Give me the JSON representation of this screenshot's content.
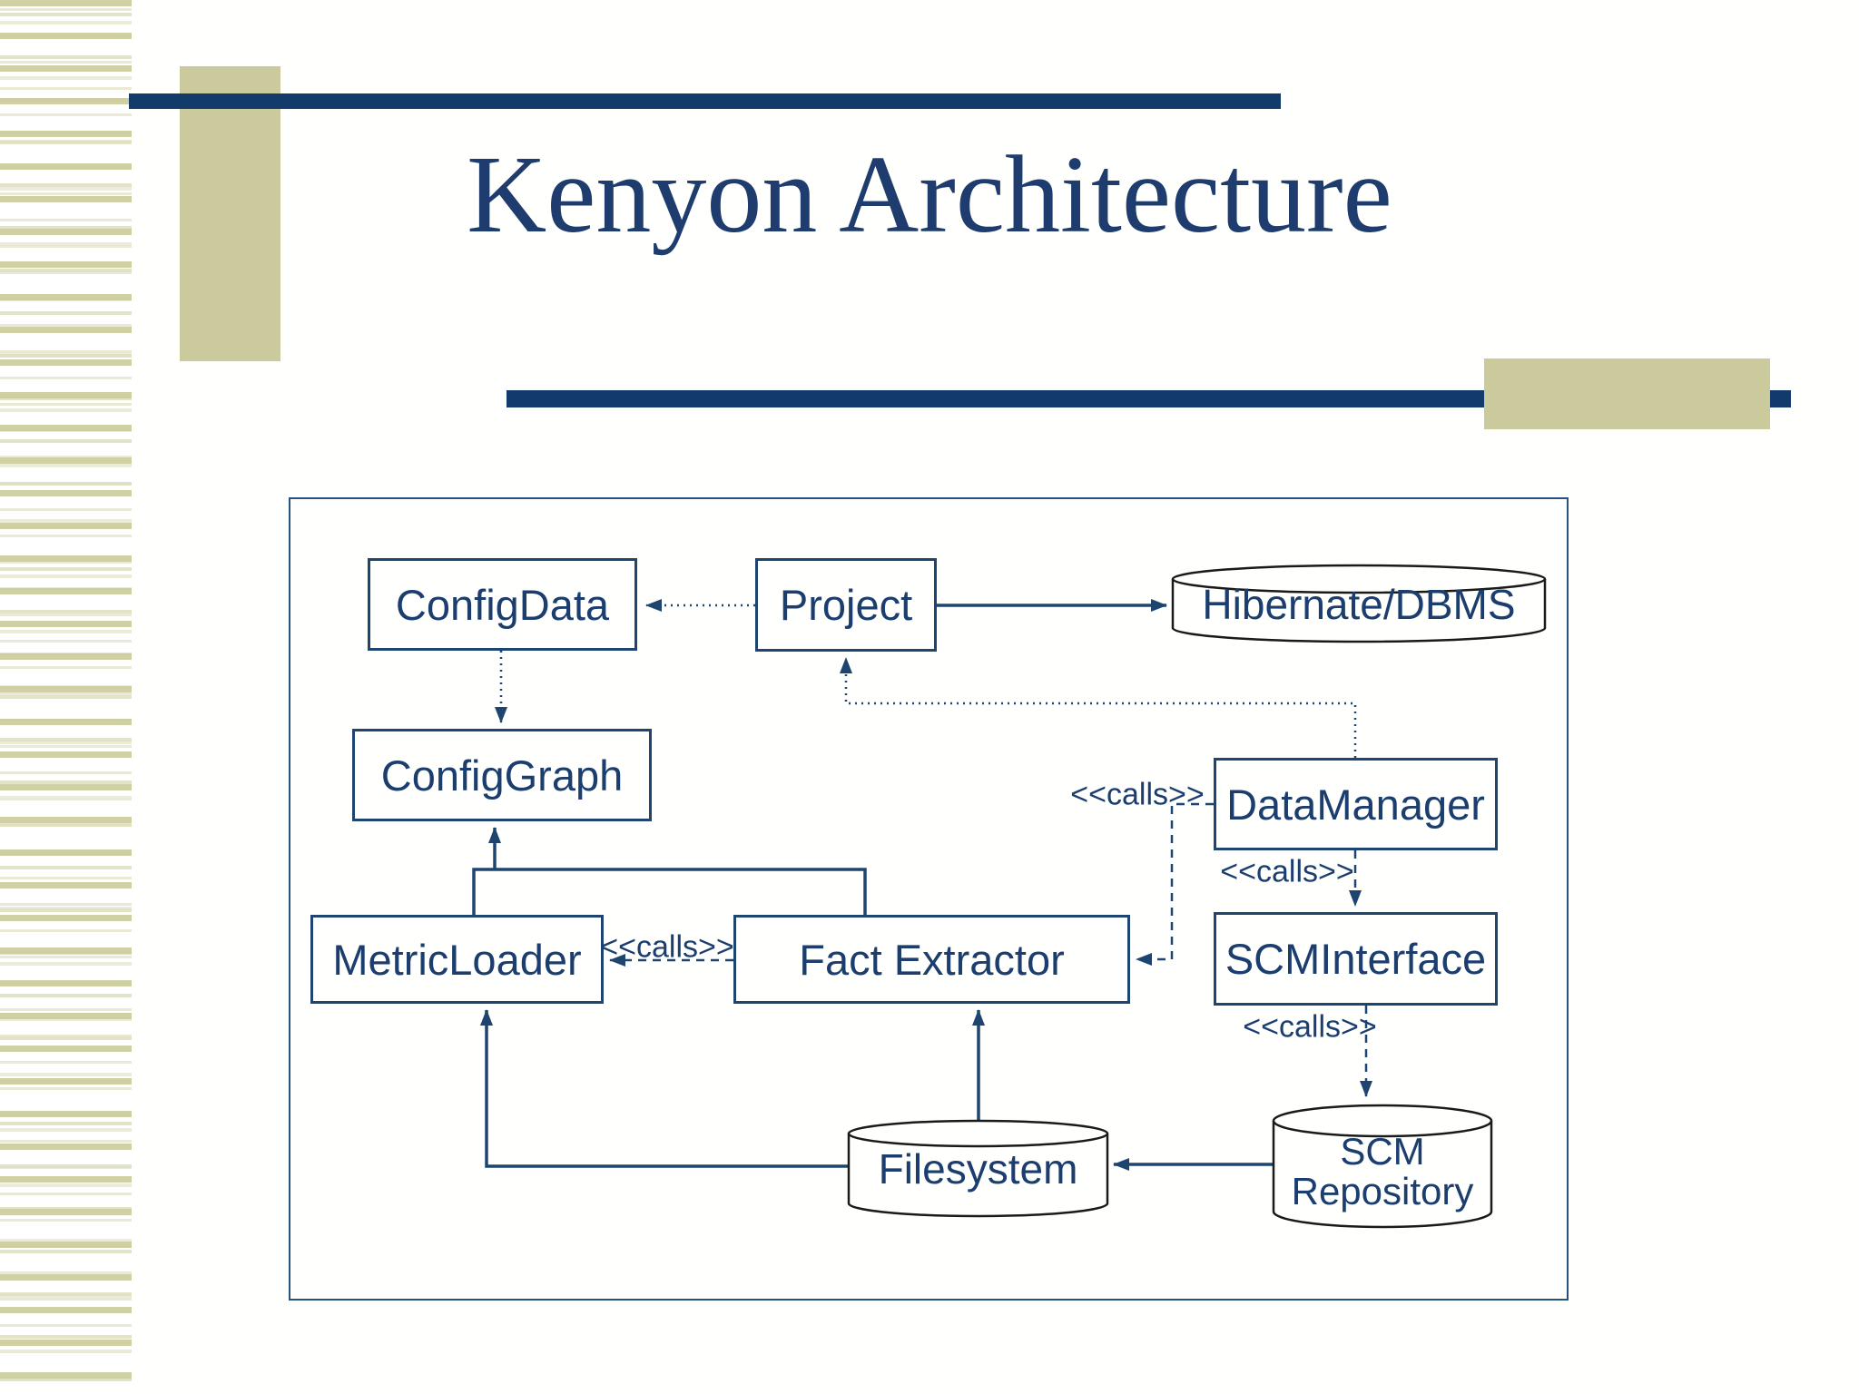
{
  "slide": {
    "title": "Kenyon Architecture",
    "colors": {
      "navy_bar": "#123a6a",
      "tan_accent": "#cbca9c",
      "diagram_line": "#1e4470",
      "cylinder_outline": "#1a1a1a",
      "text_navy": "#1b3e6f"
    }
  },
  "diagram": {
    "nodes": {
      "configdata": {
        "label": "ConfigData"
      },
      "project": {
        "label": "Project"
      },
      "hibernate": {
        "label": "Hibernate/DBMS"
      },
      "configgraph": {
        "label": "ConfigGraph"
      },
      "datamanager": {
        "label": "DataManager"
      },
      "metricloader": {
        "label": "MetricLoader"
      },
      "factextractor": {
        "label": "Fact Extractor"
      },
      "scminterface": {
        "label": "SCMInterface"
      },
      "filesystem": {
        "label": "Filesystem"
      },
      "scmrepository": {
        "label": "SCM Repository"
      }
    },
    "edge_labels": {
      "datamanager_factextractor": "<<calls>>",
      "datamanager_scminterface": "<<calls>>",
      "scminterface_scmrepository": "<<calls>>",
      "factextractor_metricloader": "<<calls>>"
    }
  }
}
